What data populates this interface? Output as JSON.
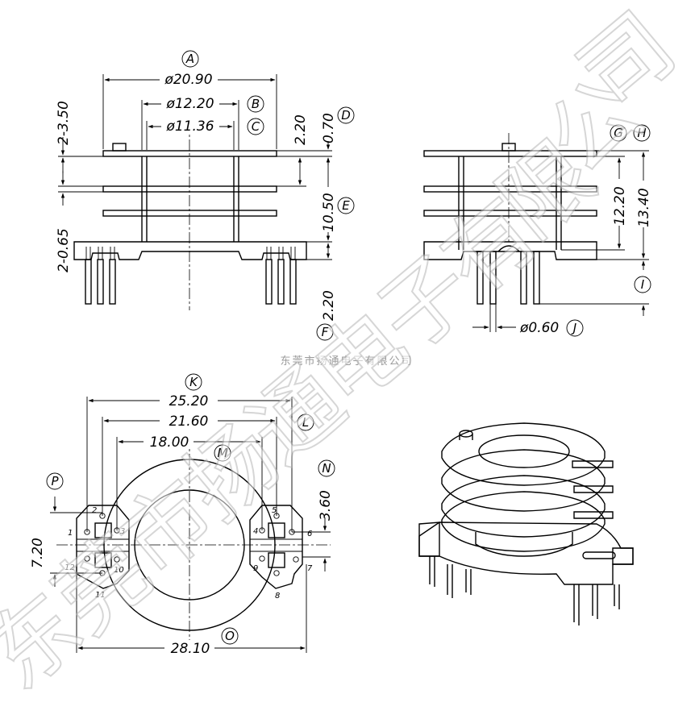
{
  "watermark": {
    "small": "东莞市扬通电子有限公司",
    "big_chars": [
      "东",
      "莞",
      "市",
      "扬",
      "通",
      "电",
      "子",
      "有",
      "限",
      "公",
      "司"
    ]
  },
  "dimensions": {
    "A": "ø20.90",
    "B": "ø12.20",
    "C": "ø11.36",
    "D": "0.70",
    "E": "10.50",
    "F": "2.20",
    "dim_2_20_top": "2.20",
    "flange_pitch": "2-3.50",
    "flange_thk": "2-0.65",
    "G": "12.20",
    "H": "13.40",
    "J": "ø0.60",
    "K": "25.20",
    "L": "21.60",
    "M": "18.00",
    "N": "3.60",
    "O": "28.10",
    "P": "7.20"
  },
  "labels": [
    "A",
    "B",
    "C",
    "D",
    "E",
    "F",
    "G",
    "H",
    "I",
    "J",
    "K",
    "L",
    "M",
    "N",
    "O",
    "P"
  ],
  "pins": [
    "1",
    "2",
    "3",
    "4",
    "5",
    "6",
    "7",
    "8",
    "9",
    "10",
    "11",
    "12"
  ]
}
